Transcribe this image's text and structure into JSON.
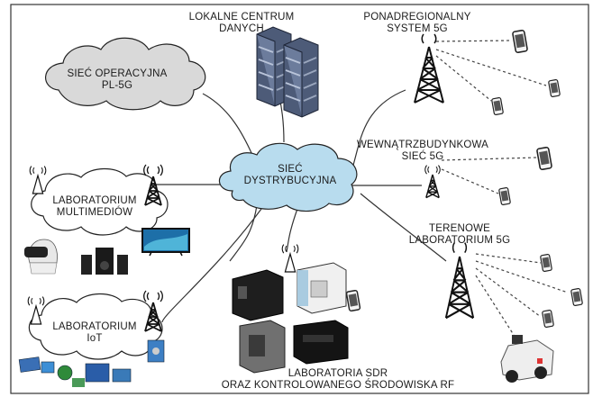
{
  "diagram": {
    "labels": {
      "data_center": "LOKALNE CENTRUM DANYCH",
      "supraregional": "PONADREGIONALNY\nSYSTEM 5G",
      "operational_network": "SIEĆ OPERACYJNA\nPL-5G",
      "distribution_network": "SIEĆ\nDYSTRYBUCYJNA",
      "indoor_network": "WEWNĄTRZBUDYNKOWA\nSIEĆ 5G",
      "multimedia_lab": "LABORATORIUM\nMULTIMEDIÓW",
      "field_lab": "TERENOWE\nLABORATORIUM 5G",
      "iot_lab": "LABORATORIUM\nIoT",
      "sdr_lab": "LABORATORIA SDR\nORAZ KONTROLOWANEGO ŚRODOWISKA RF"
    },
    "colors": {
      "cloud_gray": "#d9d9d9",
      "cloud_blue": "#b8dcee",
      "line": "#333333",
      "frame": "#333333"
    }
  }
}
